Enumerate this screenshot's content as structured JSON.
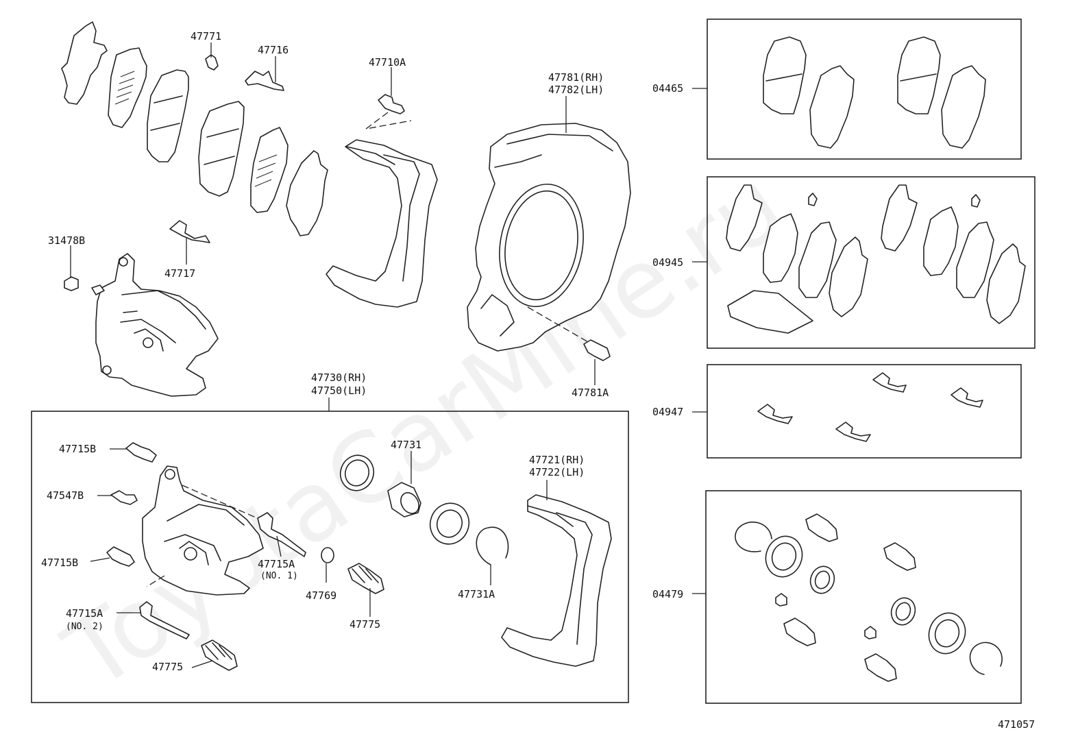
{
  "diagram": {
    "figure_number": "471057",
    "watermark": "ToyotaCarMine.ru",
    "labels": {
      "p47771": "47771",
      "p47716": "47716",
      "p47710A": "47710A",
      "p47781_rh": "47781(RH)",
      "p47782_lh": "47782(LH)",
      "p31478B": "31478B",
      "p47717": "47717",
      "p47781A": "47781A",
      "p47730_rh": "47730(RH)",
      "p47750_lh": "47750(LH)",
      "p47715B_top": "47715B",
      "p47547B": "47547B",
      "p47715B_mid": "47715B",
      "p47715A_no1": "47715A",
      "no1": "(NO. 1)",
      "p47769": "47769",
      "p47731": "47731",
      "p47775_mid": "47775",
      "p47731A": "47731A",
      "p47721_rh": "47721(RH)",
      "p47722_lh": "47722(LH)",
      "p47715A_no2": "47715A",
      "no2": "(NO. 2)",
      "p47775_bot": "47775"
    },
    "kits": [
      {
        "code": "04465"
      },
      {
        "code": "04945"
      },
      {
        "code": "04947"
      },
      {
        "code": "04479"
      }
    ]
  }
}
